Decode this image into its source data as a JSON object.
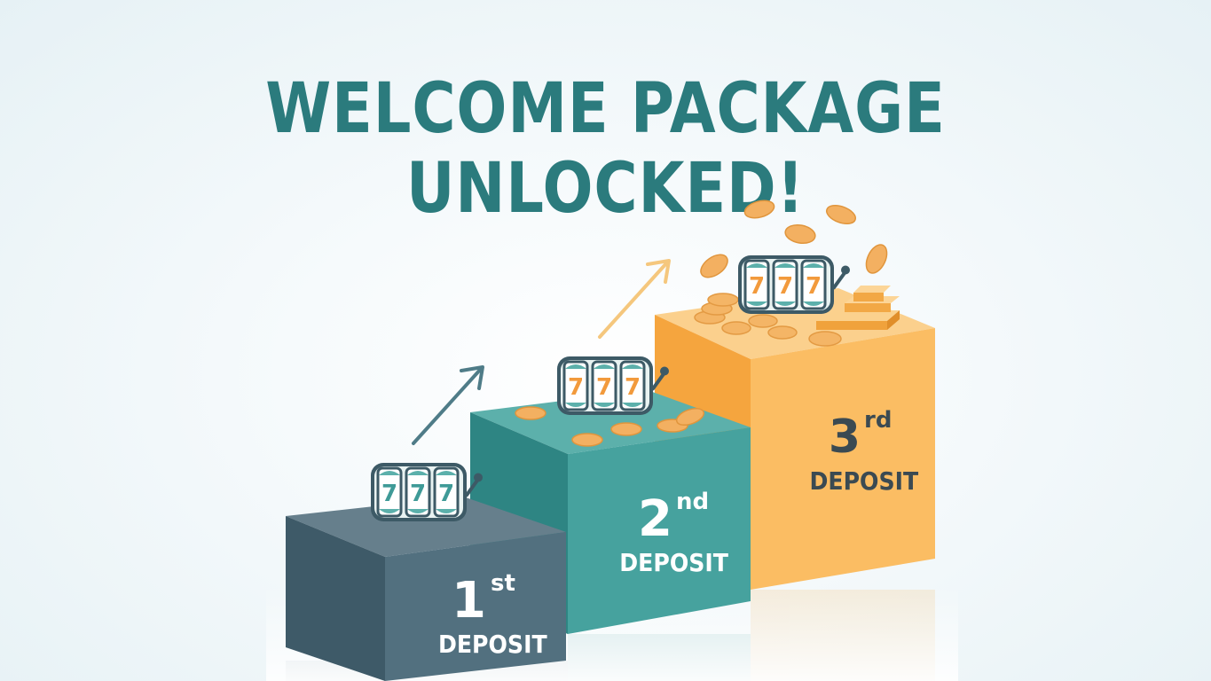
{
  "headline": "WELCOME PACKAGE UNLOCKED!",
  "steps": [
    {
      "number": "1",
      "suffix": "st",
      "word": "DEPOSIT"
    },
    {
      "number": "2",
      "suffix": "nd",
      "word": "DEPOSIT"
    },
    {
      "number": "3",
      "suffix": "rd",
      "word": "DEPOSIT"
    }
  ],
  "slot_symbol": "7",
  "colors": {
    "headline": "#2b7b7d",
    "step1": "#4e6d7c",
    "step2": "#3f9a97",
    "step3": "#f6b04e",
    "coin": "#f3b061",
    "arrow1": "#4f7c88",
    "arrow2": "#f5c77d"
  },
  "icons": [
    "slot-machine-icon",
    "arrow-up-right-icon",
    "coin-icon",
    "gold-bar-icon"
  ]
}
